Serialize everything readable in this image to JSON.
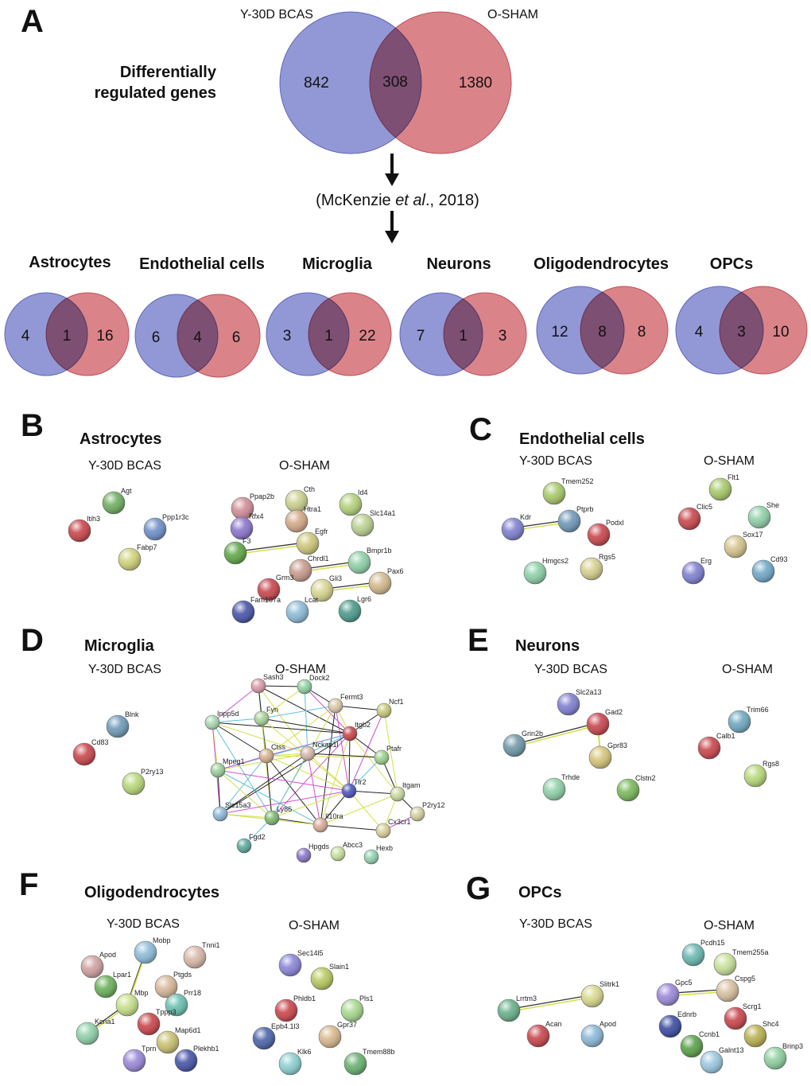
{
  "colors": {
    "blue": "#7f86cf",
    "red": "#d46e74",
    "overlap": "#9a4a6c"
  },
  "panel_a": {
    "letter": "A",
    "heading_line1": "Differentially",
    "heading_line2": "regulated genes",
    "label_left": "Y-30D BCAS",
    "label_right": "O-SHAM",
    "left_only": "842",
    "overlap": "308",
    "right_only": "1380",
    "citation_pre": "(McKenzie ",
    "citation_italic": "et al",
    "citation_post": "., 2018)",
    "cell_types": [
      {
        "name": "Astrocytes",
        "left": "4",
        "overlap": "1",
        "right": "16"
      },
      {
        "name": "Endothelial cells",
        "left": "6",
        "overlap": "4",
        "right": "6"
      },
      {
        "name": "Microglia",
        "left": "3",
        "overlap": "1",
        "right": "22"
      },
      {
        "name": "Neurons",
        "left": "7",
        "overlap": "1",
        "right": "3"
      },
      {
        "name": "Oligodendrocytes",
        "left": "12",
        "overlap": "8",
        "right": "8"
      },
      {
        "name": "OPCs",
        "left": "4",
        "overlap": "3",
        "right": "10"
      }
    ]
  },
  "networks": [
    {
      "letter": "B",
      "title": "Astrocytes",
      "groups": [
        {
          "label": "Y-30D BCAS",
          "nodes": [
            {
              "name": "Agt",
              "color": "#6fae5f"
            },
            {
              "name": "Itih3",
              "color": "#c9464c"
            },
            {
              "name": "Ppp1r3c",
              "color": "#6f8fc8"
            },
            {
              "name": "Fabp7",
              "color": "#d0d27a"
            }
          ],
          "edges": []
        },
        {
          "label": "O-SHAM",
          "nodes": [
            {
              "name": "Ppap2b",
              "color": "#d08c97"
            },
            {
              "name": "Rfx4",
              "color": "#8a74cc"
            },
            {
              "name": "F3",
              "color": "#5fa848"
            },
            {
              "name": "Cth",
              "color": "#cbd08e"
            },
            {
              "name": "Htra1",
              "color": "#d4a888"
            },
            {
              "name": "Egfr",
              "color": "#cdc77a"
            },
            {
              "name": "Id4",
              "color": "#b4d07a"
            },
            {
              "name": "Slc14a1",
              "color": "#bcd092"
            },
            {
              "name": "Bmpr1b",
              "color": "#8fd0a8"
            },
            {
              "name": "Chrdl1",
              "color": "#c89a8c"
            },
            {
              "name": "Pax6",
              "color": "#d4b88e"
            },
            {
              "name": "Gli3",
              "color": "#d6d48e"
            },
            {
              "name": "Grm3",
              "color": "#c8464c"
            },
            {
              "name": "Fam107a",
              "color": "#4654a8"
            },
            {
              "name": "Lcat",
              "color": "#8cbcd8"
            },
            {
              "name": "Lgr6",
              "color": "#4c9a8c"
            }
          ],
          "edges": [
            [
              "F3",
              "Egfr"
            ],
            [
              "Chrdl1",
              "Bmpr1b"
            ],
            [
              "Gli3",
              "Pax6"
            ]
          ]
        }
      ]
    },
    {
      "letter": "C",
      "title": "Endothelial cells",
      "groups": [
        {
          "label": "Y-30D BCAS",
          "nodes": [
            {
              "name": "Tmem252",
              "color": "#a8c86a"
            },
            {
              "name": "Kdr",
              "color": "#7f7fd0"
            },
            {
              "name": "Ptprb",
              "color": "#6f98b8"
            },
            {
              "name": "Podxl",
              "color": "#c8464c"
            },
            {
              "name": "Hmgcs2",
              "color": "#8cd0a8"
            },
            {
              "name": "Rgs5",
              "color": "#d6d08e"
            }
          ],
          "edges": [
            [
              "Kdr",
              "Ptprb"
            ]
          ]
        },
        {
          "label": "O-SHAM",
          "nodes": [
            {
              "name": "Flt1",
              "color": "#a8c86a"
            },
            {
              "name": "Clic5",
              "color": "#c8464c"
            },
            {
              "name": "She",
              "color": "#8fd0a8"
            },
            {
              "name": "Sox17",
              "color": "#d6c48e"
            },
            {
              "name": "Erg",
              "color": "#7f7fd0"
            },
            {
              "name": "Cd93",
              "color": "#6fa8c8"
            }
          ],
          "edges": []
        }
      ]
    },
    {
      "letter": "D",
      "title": "Microglia",
      "groups": [
        {
          "label": "Y-30D BCAS",
          "nodes": [
            {
              "name": "Blnk",
              "color": "#6f9ab8"
            },
            {
              "name": "Cd83",
              "color": "#c8464c"
            },
            {
              "name": "P2ry13",
              "color": "#b8d87a"
            }
          ],
          "edges": []
        },
        {
          "label": "O-SHAM",
          "nodes": [
            {
              "name": "Sash3",
              "color": "#d89aa8"
            },
            {
              "name": "Dock2",
              "color": "#8fd0a0"
            },
            {
              "name": "Fermt3",
              "color": "#d8c8a8"
            },
            {
              "name": "Ncf1",
              "color": "#c8c87a"
            },
            {
              "name": "Inpp5d",
              "color": "#a8d8b0"
            },
            {
              "name": "Fyn",
              "color": "#a8d09a"
            },
            {
              "name": "Itgb2",
              "color": "#c8464c"
            },
            {
              "name": "Ctss",
              "color": "#d4b08e"
            },
            {
              "name": "Nckap1l",
              "color": "#d4b8a8"
            },
            {
              "name": "Ptafr",
              "color": "#9ad08a"
            },
            {
              "name": "Mpeg1",
              "color": "#9ad09a"
            },
            {
              "name": "Tlr2",
              "color": "#4c54b8"
            },
            {
              "name": "Itgam",
              "color": "#c8d8a0"
            },
            {
              "name": "Slc15a3",
              "color": "#8cb8d8"
            },
            {
              "name": "Ly86",
              "color": "#7ab86a"
            },
            {
              "name": "Il10ra",
              "color": "#d8aa98"
            },
            {
              "name": "P2ry12",
              "color": "#d4d0a0"
            },
            {
              "name": "Cx3cr1",
              "color": "#d8d098"
            },
            {
              "name": "Fgd2",
              "color": "#5aa89a"
            },
            {
              "name": "Hpgds",
              "color": "#8a74c8"
            },
            {
              "name": "Abcc3",
              "color": "#c8e09a"
            },
            {
              "name": "Hexb",
              "color": "#8fd0b0"
            }
          ],
          "edges": [
            [
              "Sash3",
              "Dock2"
            ],
            [
              "Sash3",
              "Fyn"
            ],
            [
              "Sash3",
              "Inpp5d"
            ],
            [
              "Sash3",
              "Ctss"
            ],
            [
              "Sash3",
              "Itgb2"
            ],
            [
              "Sash3",
              "Nckap1l"
            ],
            [
              "Sash3",
              "Ly86"
            ],
            [
              "Dock2",
              "Fyn"
            ],
            [
              "Dock2",
              "Itgb2"
            ],
            [
              "Dock2",
              "Nckap1l"
            ],
            [
              "Dock2",
              "Fermt3"
            ],
            [
              "Fermt3",
              "Itgb2"
            ],
            [
              "Fermt3",
              "Ncf1"
            ],
            [
              "Fermt3",
              "Ctss"
            ],
            [
              "Fermt3",
              "Tlr2"
            ],
            [
              "Fermt3",
              "Fyn"
            ],
            [
              "Fermt3",
              "Il10ra"
            ],
            [
              "Fermt3",
              "Ly86"
            ],
            [
              "Ncf1",
              "Itgb2"
            ],
            [
              "Ncf1",
              "Itgam"
            ],
            [
              "Ncf1",
              "Tlr2"
            ],
            [
              "Inpp5d",
              "Fyn"
            ],
            [
              "Inpp5d",
              "Itgb2"
            ],
            [
              "Inpp5d",
              "Mpeg1"
            ],
            [
              "Inpp5d",
              "Ctss"
            ],
            [
              "Inpp5d",
              "Nckap1l"
            ],
            [
              "Inpp5d",
              "Slc15a3"
            ],
            [
              "Inpp5d",
              "Ly86"
            ],
            [
              "Fyn",
              "Ctss"
            ],
            [
              "Fyn",
              "Ly86"
            ],
            [
              "Fyn",
              "Itgb2"
            ],
            [
              "Fyn",
              "Tlr2"
            ],
            [
              "Itgb2",
              "Ctss"
            ],
            [
              "Itgb2",
              "Nckap1l"
            ],
            [
              "Itgb2",
              "Tlr2"
            ],
            [
              "Itgb2",
              "Itgam"
            ],
            [
              "Itgb2",
              "Ptafr"
            ],
            [
              "Itgb2",
              "Il10ra"
            ],
            [
              "Itgb2",
              "Ly86"
            ],
            [
              "Itgb2",
              "Mpeg1"
            ],
            [
              "Itgb2",
              "Slc15a3"
            ],
            [
              "Ctss",
              "Nckap1l"
            ],
            [
              "Ctss",
              "Ly86"
            ],
            [
              "Ctss",
              "Tlr2"
            ],
            [
              "Ctss",
              "Mpeg1"
            ],
            [
              "Ctss",
              "Slc15a3"
            ],
            [
              "Ctss",
              "Il10ra"
            ],
            [
              "Ctss",
              "Ptafr"
            ],
            [
              "Nckap1l",
              "Ptafr"
            ],
            [
              "Nckap1l",
              "Tlr2"
            ],
            [
              "Nckap1l",
              "Il10ra"
            ],
            [
              "Nckap1l",
              "Ly86"
            ],
            [
              "Nckap1l",
              "Slc15a3"
            ],
            [
              "Nckap1l",
              "Mpeg1"
            ],
            [
              "Mpeg1",
              "Slc15a3"
            ],
            [
              "Mpeg1",
              "Ly86"
            ],
            [
              "Mpeg1",
              "Tlr2"
            ],
            [
              "Mpeg1",
              "Il10ra"
            ],
            [
              "Tlr2",
              "Itgam"
            ],
            [
              "Tlr2",
              "Ly86"
            ],
            [
              "Tlr2",
              "Il10ra"
            ],
            [
              "Tlr2",
              "Cx3cr1"
            ],
            [
              "Tlr2",
              "Slc15a3"
            ],
            [
              "Tlr2",
              "Ptafr"
            ],
            [
              "Itgam",
              "P2ry12"
            ],
            [
              "Itgam",
              "Cx3cr1"
            ],
            [
              "Itgam",
              "Ptafr"
            ],
            [
              "Itgam",
              "Il10ra"
            ],
            [
              "P2ry12",
              "Cx3cr1"
            ],
            [
              "Ly86",
              "Fgd2"
            ],
            [
              "Ly86",
              "Il10ra"
            ],
            [
              "Ly86",
              "Slc15a3"
            ],
            [
              "Il10ra",
              "Cx3cr1"
            ],
            [
              "Slc15a3",
              "Il10ra"
            ]
          ]
        }
      ]
    },
    {
      "letter": "E",
      "title": "Neurons",
      "groups": [
        {
          "label": "Y-30D BCAS",
          "nodes": [
            {
              "name": "Slc2a13",
              "color": "#7f7fd0"
            },
            {
              "name": "Gad2",
              "color": "#c8464c"
            },
            {
              "name": "Grin2b",
              "color": "#6f98a8"
            },
            {
              "name": "Gpr83",
              "color": "#d6c47a"
            },
            {
              "name": "Trhde",
              "color": "#8fd0a8"
            },
            {
              "name": "Clstn2",
              "color": "#7ab85a"
            }
          ],
          "edges": [
            [
              "Grin2b",
              "Gad2"
            ],
            [
              "Gad2",
              "Gpr83"
            ]
          ]
        },
        {
          "label": "O-SHAM",
          "nodes": [
            {
              "name": "Trim66",
              "color": "#6fa8c0"
            },
            {
              "name": "Calb1",
              "color": "#c8464c"
            },
            {
              "name": "Rgs8",
              "color": "#b8d87a"
            }
          ],
          "edges": []
        }
      ]
    },
    {
      "letter": "F",
      "title": "Oligodendrocytes",
      "groups": [
        {
          "label": "Y-30D BCAS",
          "nodes": [
            {
              "name": "Mobp",
              "color": "#8cbcd8"
            },
            {
              "name": "Tnni1",
              "color": "#d8b8a8"
            },
            {
              "name": "Apod",
              "color": "#d0a0a0"
            },
            {
              "name": "Lpar1",
              "color": "#6ab05a"
            },
            {
              "name": "Ptgds",
              "color": "#d8b89a"
            },
            {
              "name": "Mbp",
              "color": "#c8e08a"
            },
            {
              "name": "Prr18",
              "color": "#6ac0b0"
            },
            {
              "name": "Tppp3",
              "color": "#c8464c"
            },
            {
              "name": "Kcna1",
              "color": "#8fd0a8"
            },
            {
              "name": "Map6d1",
              "color": "#c8c070"
            },
            {
              "name": "Tprn",
              "color": "#9a88d8"
            },
            {
              "name": "Plekhb1",
              "color": "#4654a8"
            }
          ],
          "edges": [
            [
              "Mobp",
              "Mbp"
            ],
            [
              "Mbp",
              "Kcna1"
            ]
          ]
        },
        {
          "label": "O-SHAM",
          "nodes": [
            {
              "name": "Sec14l5",
              "color": "#8a84d8"
            },
            {
              "name": "Slain1",
              "color": "#b8c860"
            },
            {
              "name": "Phldb1",
              "color": "#c8464c"
            },
            {
              "name": "Pls1",
              "color": "#a8d890"
            },
            {
              "name": "Epb4.1l3",
              "color": "#4a64a8"
            },
            {
              "name": "Gpr37",
              "color": "#d8b88e"
            },
            {
              "name": "Klk6",
              "color": "#8cd0d0"
            },
            {
              "name": "Tmem88b",
              "color": "#6ab070"
            }
          ],
          "edges": []
        }
      ]
    },
    {
      "letter": "G",
      "title": "OPCs",
      "groups": [
        {
          "label": "Y-30D BCAS",
          "nodes": [
            {
              "name": "Lrrtm3",
              "color": "#6ab08a"
            },
            {
              "name": "Slitrk1",
              "color": "#d8d88e"
            },
            {
              "name": "Acan",
              "color": "#c8464c"
            },
            {
              "name": "Apod",
              "color": "#8cb8d8"
            }
          ],
          "edges": [
            [
              "Lrrtm3",
              "Slitrk1"
            ]
          ]
        },
        {
          "label": "O-SHAM",
          "nodes": [
            {
              "name": "Pcdh15",
              "color": "#6ab8b0"
            },
            {
              "name": "Tmem255a",
              "color": "#c8e09a"
            },
            {
              "name": "Gpc5",
              "color": "#9a88d8"
            },
            {
              "name": "Cspg5",
              "color": "#d8c0a0"
            },
            {
              "name": "Ednrb",
              "color": "#3a4ca0"
            },
            {
              "name": "Scrg1",
              "color": "#c8464c"
            },
            {
              "name": "Ccnb1",
              "color": "#5aa048"
            },
            {
              "name": "Shc4",
              "color": "#b8b050"
            },
            {
              "name": "Galnt13",
              "color": "#9ac8e0"
            },
            {
              "name": "Brinp3",
              "color": "#8fd0a0"
            }
          ],
          "edges": [
            [
              "Gpc5",
              "Cspg5"
            ]
          ]
        }
      ]
    }
  ]
}
